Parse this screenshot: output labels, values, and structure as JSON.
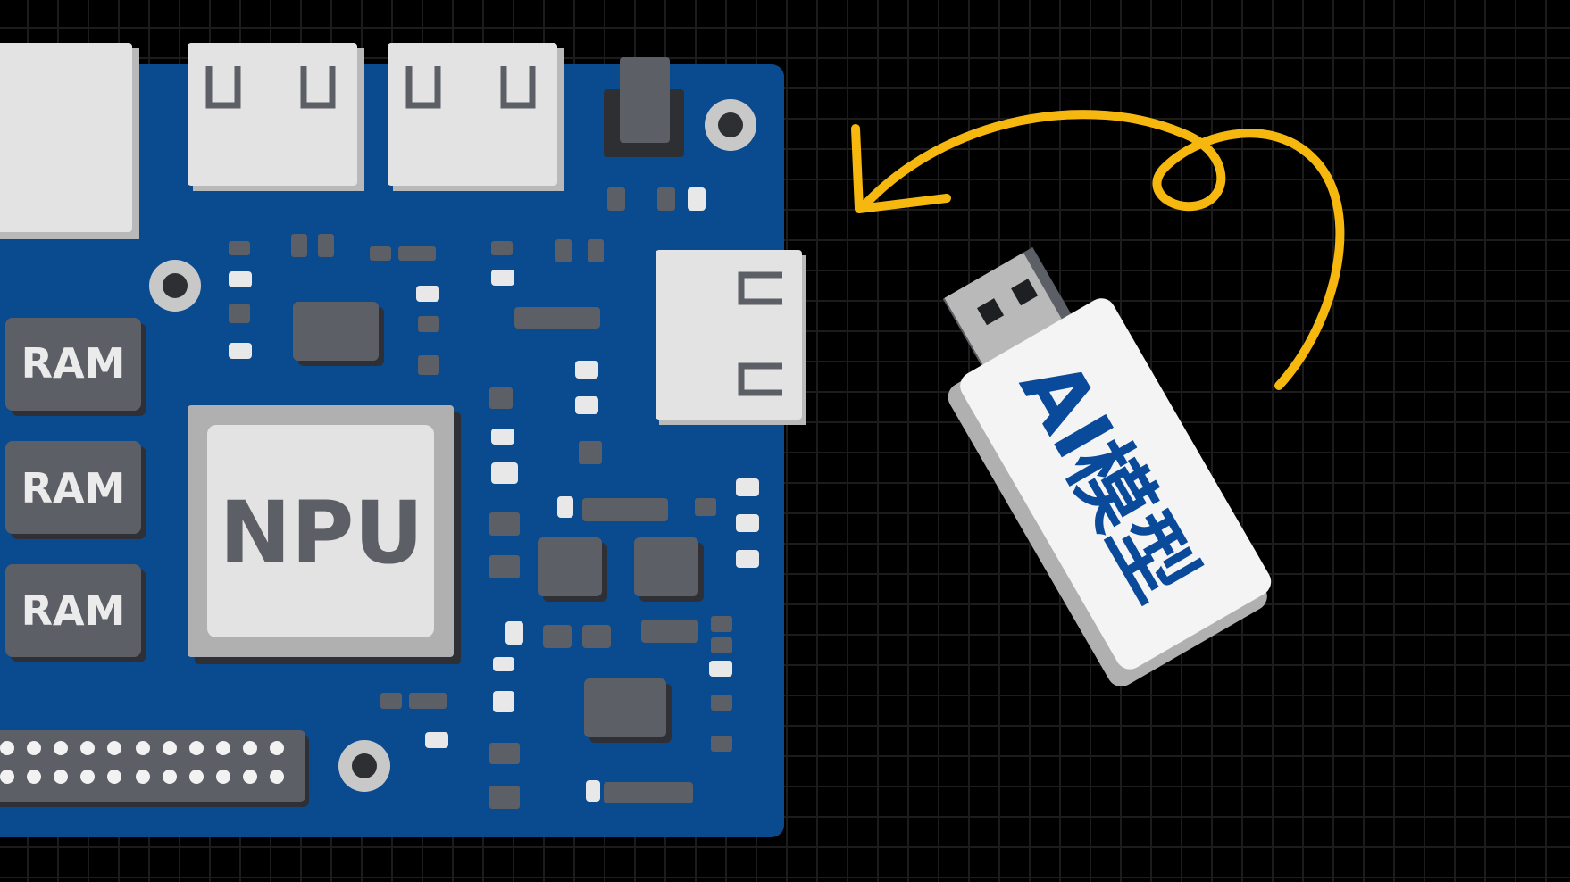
{
  "board": {
    "ram_labels": [
      "RAM",
      "RAM",
      "RAM"
    ],
    "npu_label": "NPU",
    "board_color": "#0a4a8e",
    "chip_color": "#5d5f66",
    "port_color": "#e3e3e3"
  },
  "usb_stick": {
    "label": "AI模型",
    "label_color": "#0a4a9a"
  },
  "arrow": {
    "color": "#f6b80f"
  }
}
